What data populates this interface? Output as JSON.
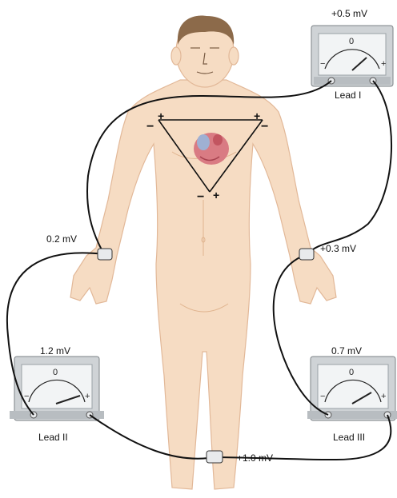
{
  "voltages": {
    "lead1": "+0.5 mV",
    "right_arm": "0.2 mV",
    "left_arm": "+0.3 mV",
    "lead2": "1.2 mV",
    "lead3": "0.7 mV",
    "left_leg": "+1.0 mV"
  },
  "meters": {
    "lead1": {
      "name": "Lead I",
      "zero": "0",
      "minus": "−",
      "plus": "+"
    },
    "lead2": {
      "name": "Lead II",
      "zero": "0",
      "minus": "−",
      "plus": "+"
    },
    "lead3": {
      "name": "Lead III",
      "zero": "0",
      "minus": "−",
      "plus": "+"
    }
  },
  "triangle": {
    "top_left_sign": "−",
    "top_right_left": "+",
    "top_right_right": "−",
    "bottom_left": "−",
    "bottom_right": "+"
  },
  "colors": {
    "skin": "#f6dcc3",
    "skin_shade": "#e9c3a3",
    "hair": "#8c6a4a",
    "wire": "#111111",
    "meter_body": "#cfd3d6",
    "meter_face": "#f2f4f5",
    "heart": "#d97b83"
  }
}
